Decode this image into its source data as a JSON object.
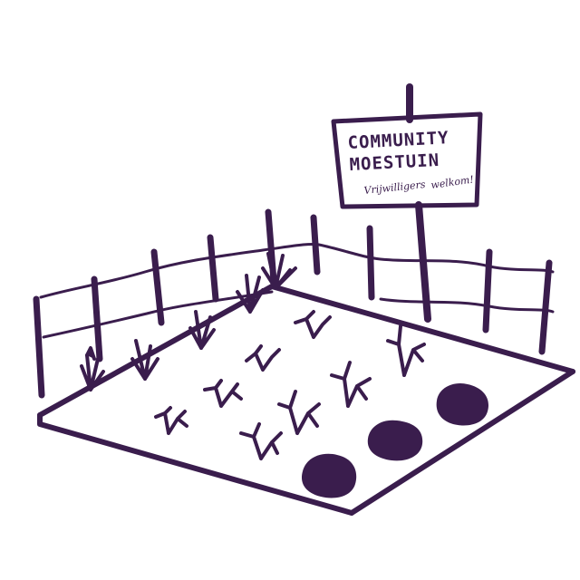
{
  "sign": {
    "line1": "COMMUNITY",
    "line2": "MOESTUIN",
    "line3a": "Vrijwilligers",
    "line3b": "welkom!"
  },
  "colors": {
    "ink": "#3a1d4d",
    "background": "#ffffff"
  }
}
